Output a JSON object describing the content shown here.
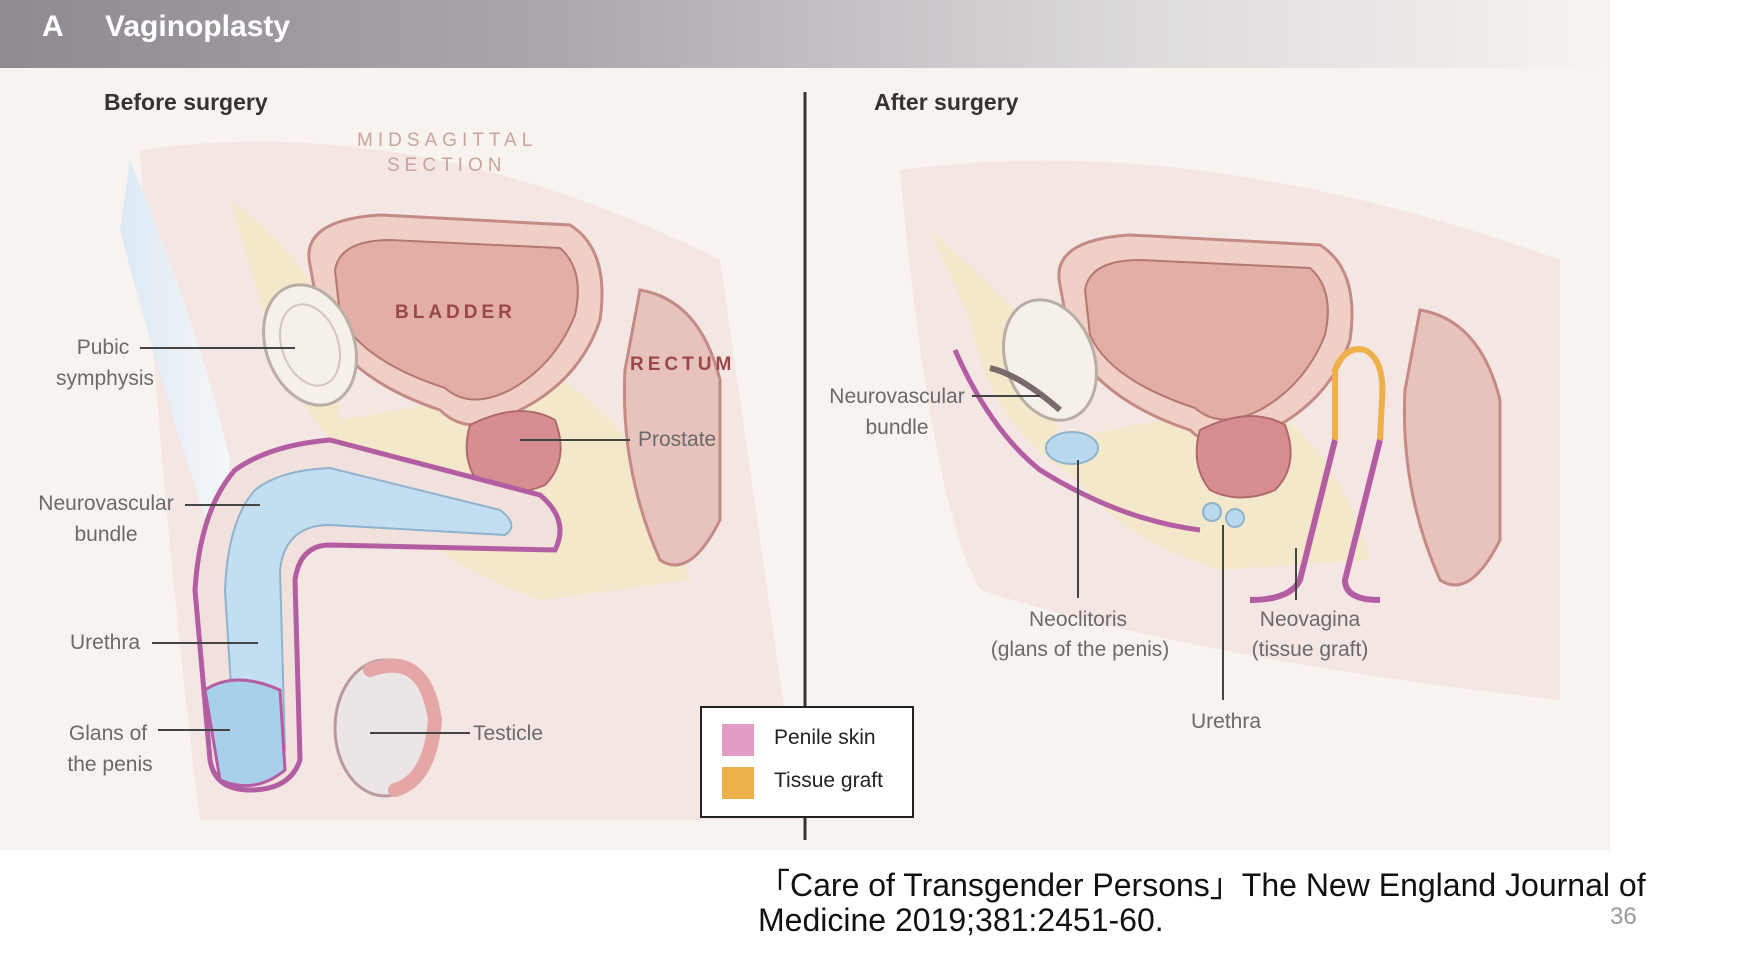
{
  "header": {
    "panel_letter": "A",
    "title": "Vaginoplasty"
  },
  "before": {
    "heading": "Before surgery",
    "section_label_1": "MIDSAGITTAL",
    "section_label_2": "SECTION",
    "organs": {
      "bladder": "BLADDER",
      "rectum": "RECTUM"
    },
    "labels": {
      "pubic_1": "Pubic",
      "pubic_2": "symphysis",
      "nv_1": "Neurovascular",
      "nv_2": "bundle",
      "urethra": "Urethra",
      "glans_1": "Glans of",
      "glans_2": "the penis",
      "prostate": "Prostate",
      "testicle": "Testicle"
    }
  },
  "after": {
    "heading": "After surgery",
    "labels": {
      "nv_1": "Neurovascular",
      "nv_2": "bundle",
      "neoclitoris_1": "Neoclitoris",
      "neoclitoris_2": "(glans of the penis)",
      "neovagina_1": "Neovagina",
      "neovagina_2": "(tissue graft)",
      "urethra": "Urethra"
    }
  },
  "legend": {
    "items": [
      {
        "label": "Penile skin",
        "color": "#e39cc4"
      },
      {
        "label": "Tissue graft",
        "color": "#eeb04a"
      }
    ]
  },
  "colors": {
    "skin_line": "#b35ea2",
    "bone": "#f3e8c9",
    "bladder": "#e8b3aa",
    "prostate": "#d88e90",
    "urethra_fill": "#c3def0",
    "organ_text": "#9a4848",
    "section_text": "#c9a39c"
  },
  "citation": {
    "line1": "「Care of Transgender Persons」The New England Journal of",
    "line2": "Medicine 2019;381:2451-60."
  },
  "page_number": "36"
}
